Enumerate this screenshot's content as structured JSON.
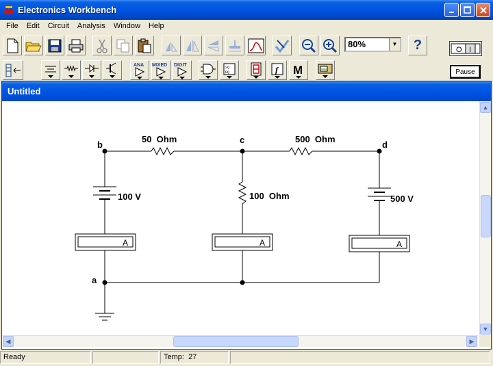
{
  "window": {
    "title": "Electronics Workbench"
  },
  "menu": [
    "File",
    "Edit",
    "Circuit",
    "Analysis",
    "Window",
    "Help"
  ],
  "toolbar": {
    "zoom_value": "80%",
    "help_label": "?",
    "pause_label": "Pause",
    "power_off_label": "O",
    "power_on_label": "I",
    "parts_labels": {
      "analog": "ANA",
      "mixed": "MIXED",
      "digital": "DIGIT",
      "misc": "M"
    }
  },
  "child_window": {
    "title": "Untitled"
  },
  "circuit": {
    "nodes": {
      "a": "a",
      "b": "b",
      "c": "c",
      "d": "d"
    },
    "r1_label": "50  Ohm",
    "r2_label": "500  Ohm",
    "r3_label": "100  Ohm",
    "v1_label": "100 V",
    "v2_label": "500 V",
    "ammeter_unit": "A"
  },
  "status": {
    "state": "Ready",
    "empty": "",
    "temp_label": "Temp:  27"
  },
  "colors": {
    "titlebar": "#0054e3",
    "chrome": "#ece9d8"
  }
}
